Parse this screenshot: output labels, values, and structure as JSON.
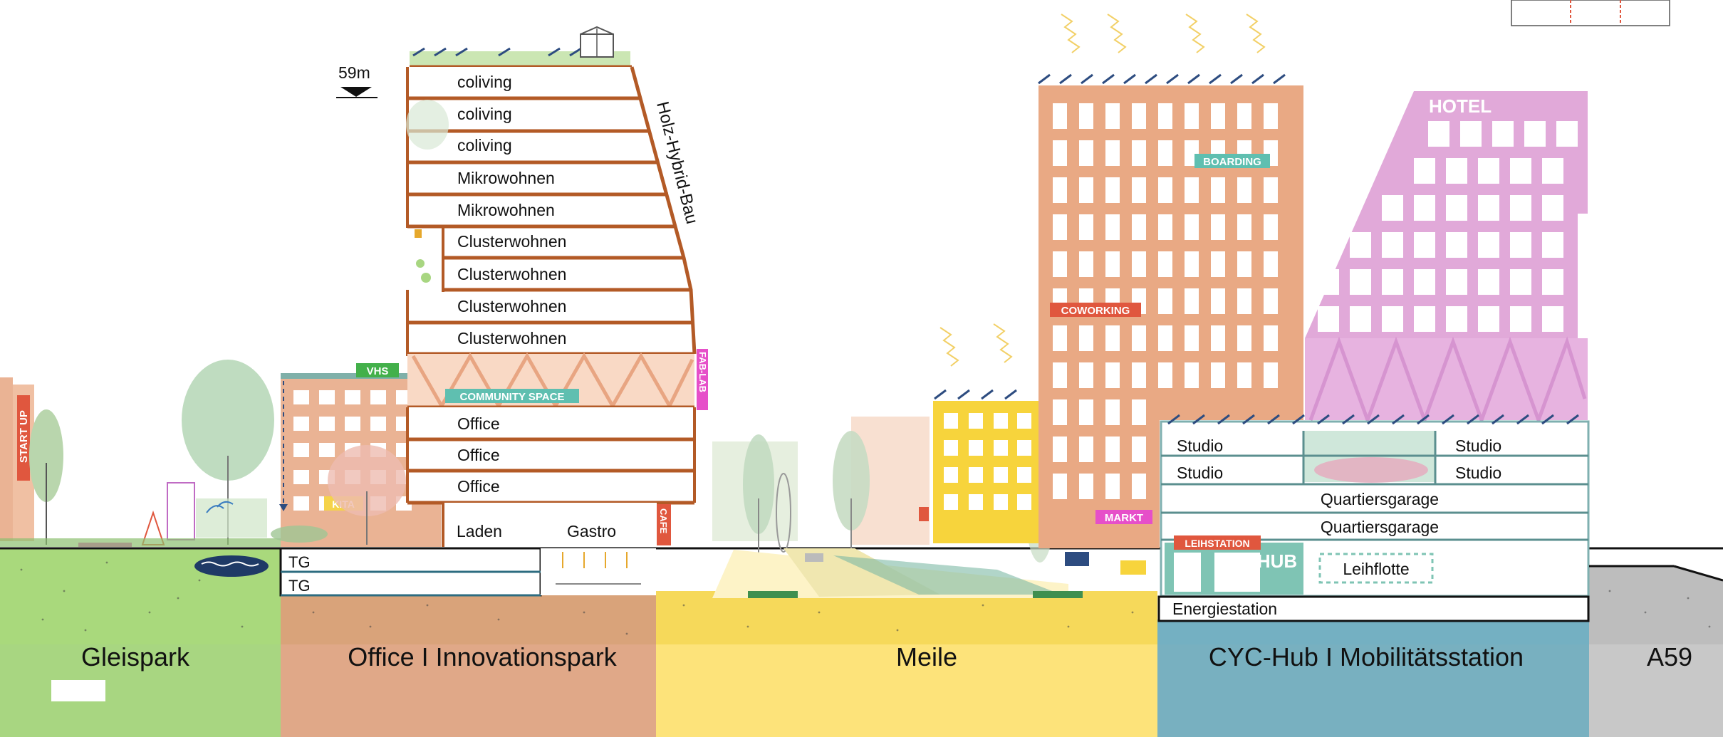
{
  "height_marker": "59m",
  "tower": {
    "floors": [
      "coliving",
      "coliving",
      "coliving",
      "Mikrowohnen",
      "Mikrowohnen",
      "Clusterwohnen",
      "Clusterwohnen",
      "Clusterwohnen",
      "Clusterwohnen"
    ],
    "community": "COMMUNITY SPACE",
    "offices": [
      "Office",
      "Office",
      "Office"
    ],
    "ground": [
      "Laden",
      "Gastro"
    ],
    "side_label": "Holz-Hybrid-Bau",
    "fablab": "FAB-LAB",
    "cafe": "CAFE"
  },
  "office_block": {
    "vhs": "VHS",
    "kita": "KITA",
    "parking": [
      "TG",
      "TG"
    ]
  },
  "startup": "START UP",
  "tall_tower": {
    "boarding": "BOARDING",
    "coworking": "COWORKING",
    "markt": "MARKT"
  },
  "hotel": "HOTEL",
  "hub_building": {
    "studios_left": [
      "Studio",
      "Studio"
    ],
    "studios_right": [
      "Studio",
      "Studio"
    ],
    "garage": [
      "Quartiersgarage",
      "Quartiersgarage"
    ],
    "leihstation": "LEIHSTATION",
    "hub": "HUB",
    "leihflotte": "Leihflotte",
    "energie": "Energiestation"
  },
  "zones": [
    "Gleispark",
    "Office I Innovationspark",
    "Meile",
    "CYC-Hub I Mobilitätsstation",
    "A59"
  ],
  "colors": {
    "gleispark": "#a8d681",
    "office": "#e0a888",
    "meile": "#fde37a",
    "cyc": "#78b0c0",
    "a59": "#c8c8c8",
    "wood": "#b35a26",
    "pink_tag": "#e64fc9",
    "red_tag": "#e0573e",
    "green_tag": "#43b04a",
    "teal_tag": "#5fbfb0"
  }
}
